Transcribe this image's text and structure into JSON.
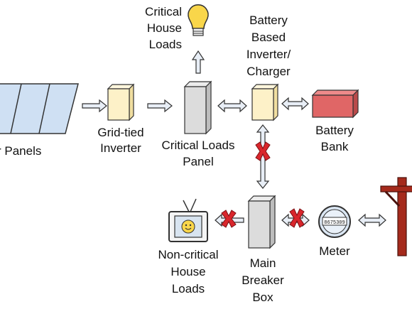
{
  "labels": {
    "solar_panels": "r Panels",
    "grid_tied_inverter": [
      "Grid-tied",
      "Inverter"
    ],
    "critical_loads_panel": [
      "Critical Loads",
      "Panel"
    ],
    "critical_house_loads": [
      "Critical",
      "House",
      "Loads"
    ],
    "battery_inverter": [
      "Battery",
      "Based",
      "Inverter/",
      "Charger"
    ],
    "battery_bank": [
      "Battery",
      "Bank"
    ],
    "non_critical_loads": [
      "Non-critical",
      "House",
      "Loads"
    ],
    "main_breaker_box": [
      "Main",
      "Breaker",
      "Box"
    ],
    "meter": "Meter",
    "meter_reading": "8675309"
  },
  "colors": {
    "box_fill": "#fdf1c8",
    "panel_fill": "#dcdcdc",
    "battery_fill": "#e06666",
    "solar_fill": "#cfe0f3",
    "cross": "#d9262c",
    "pole": "#a52a1c",
    "bulb": "#f9d64a",
    "arrow_fill": "#e8eef6"
  },
  "icons": {
    "bulb": "lightbulb-icon",
    "tv": "television-icon",
    "meter": "electric-meter-icon",
    "pole": "utility-pole-icon",
    "cross": "x-mark-icon"
  }
}
